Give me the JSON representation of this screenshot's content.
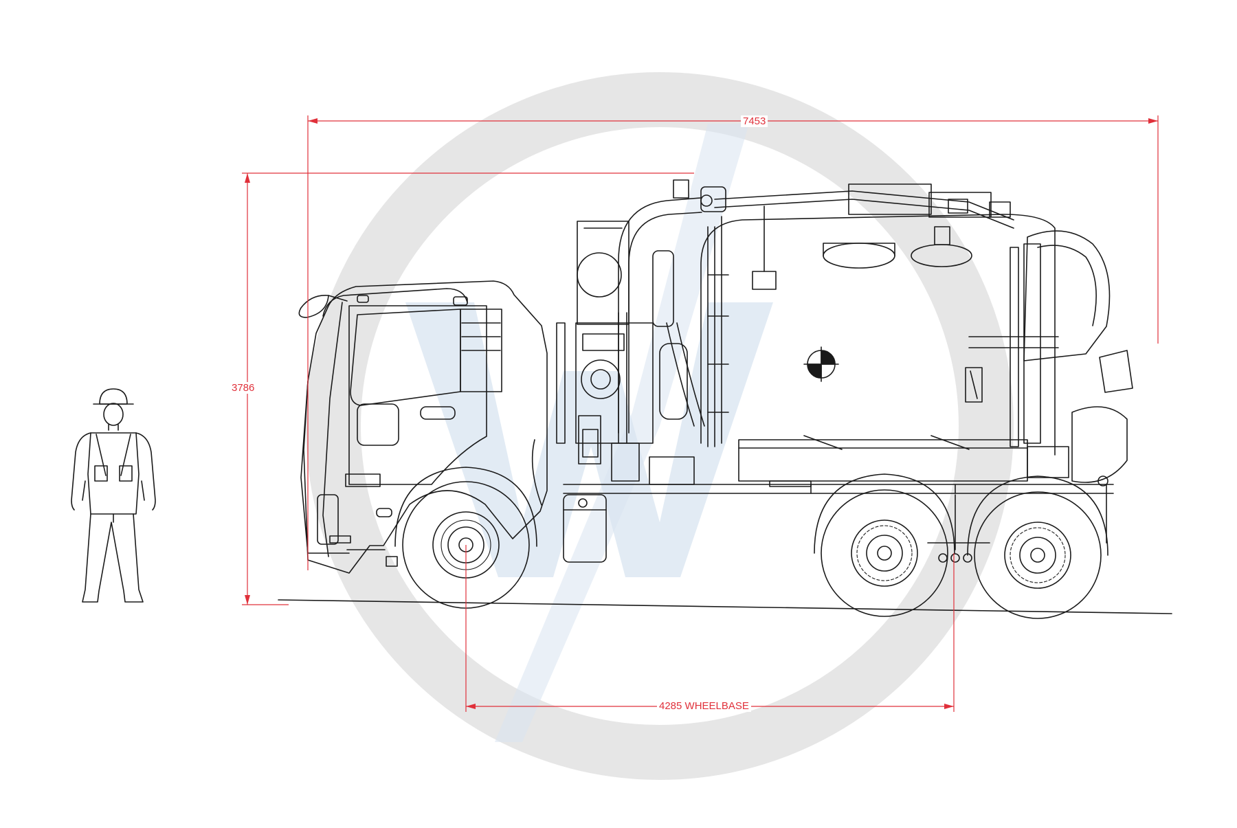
{
  "dimensions": {
    "overall_length": "7453",
    "overall_height": "3786",
    "wheelbase": "4285 WHEELBASE"
  },
  "colors": {
    "dimension_line": "#e0303a",
    "drawing_line": "#1a1a1a",
    "watermark_ring": "#e6e6e6",
    "watermark_letter": "#d8e4f0"
  },
  "watermark": {
    "letter": "W"
  }
}
